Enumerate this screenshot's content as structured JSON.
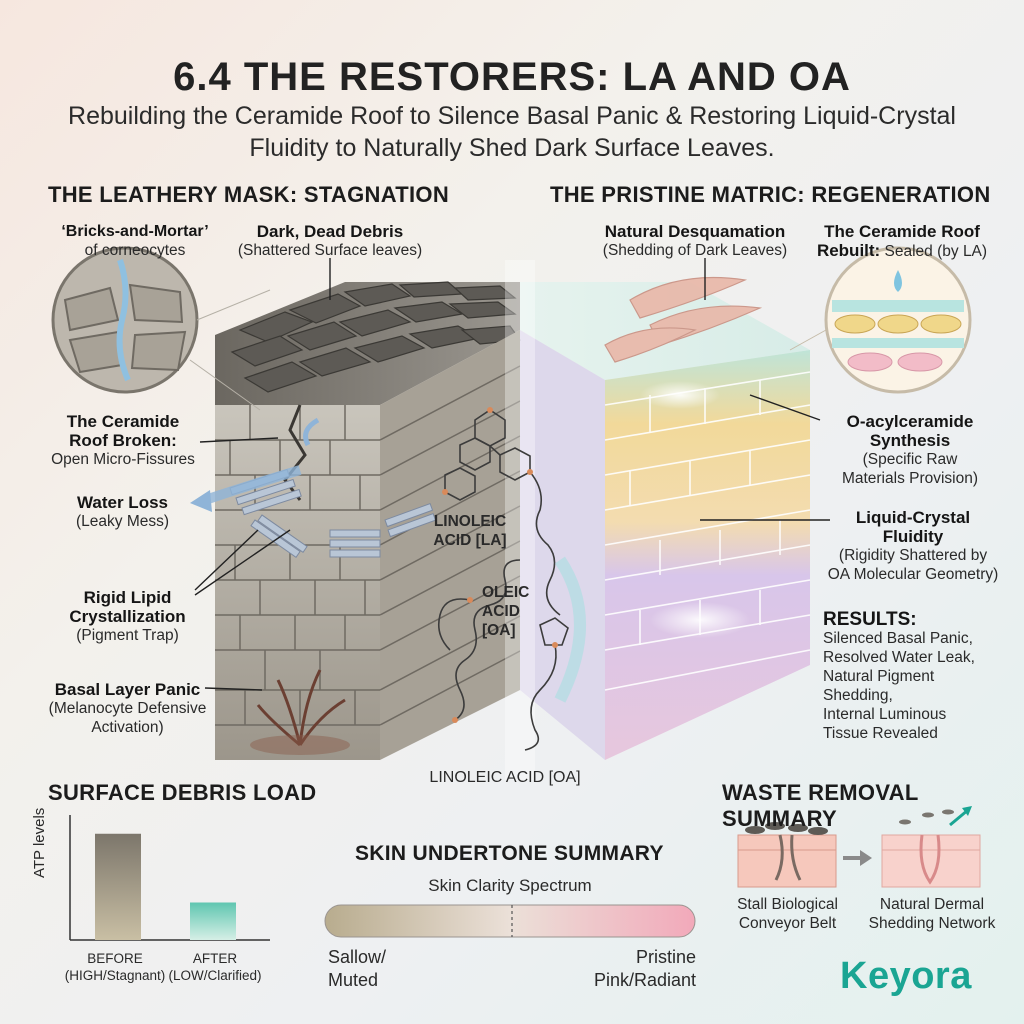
{
  "title": "6.4 THE RESTORERS: LA AND OA",
  "subtitle": "Rebuilding the Ceramide Roof to Silence Basal Panic & Restoring Liquid-Crystal Fluidity to Naturally Shed Dark Surface Leaves.",
  "left": {
    "heading": "THE LEATHERY MASK: STAGNATION",
    "bricks": {
      "line1": "‘Bricks-and-Mortar’",
      "line2": "of corneocytes"
    },
    "debris": {
      "title": "Dark, Dead Debris",
      "sub": "(Shattered Surface leaves)"
    },
    "roof": {
      "title1": "The Ceramide",
      "title2": "Roof Broken:",
      "sub": "Open Micro-Fissures"
    },
    "water": {
      "title": "Water Loss",
      "sub": "(Leaky Mess)"
    },
    "lipid": {
      "title1": "Rigid Lipid",
      "title2": "Crystallization",
      "sub": "(Pigment Trap)"
    },
    "basal": {
      "title": "Basal Layer Panic",
      "sub1": "(Melanocyte Defensive",
      "sub2": "Activation)"
    }
  },
  "right": {
    "heading": "THE PRISTINE MATRIC: REGENERATION",
    "desq": {
      "title": "Natural Desquamation",
      "sub": "(Shedding of Dark Leaves)"
    },
    "rebuilt": {
      "title1": "The Ceramide Roof",
      "title2": "Rebuilt:",
      "sub": "Sealed (by LA)"
    },
    "oacyl": {
      "title1": "O-acylceramide",
      "title2": "Synthesis",
      "sub1": "(Specific Raw",
      "sub2": "Materials Provision)"
    },
    "lcf": {
      "title1": "Liquid-Crystal",
      "title2": "Fluidity",
      "sub1": "(Rigidity Shattered by",
      "sub2": "OA Molecular Geometry)"
    },
    "results": {
      "title": "RESULTS:",
      "lines": [
        "Silenced Basal Panic,",
        "Resolved Water Leak,",
        "Natural Pigment",
        "Shedding,",
        "Internal Luminous",
        "Tissue Revealed"
      ]
    }
  },
  "molecules": {
    "la1": "LINOLEIC",
    "la2": "ACID [LA]",
    "oa1": "OLEIC",
    "oa2": "ACID",
    "oa3": "[OA]",
    "bottom": "LINOLEIC ACID [OA]"
  },
  "debris_chart": {
    "heading": "SURFACE DEBRIS LOAD",
    "ylabel": "ATP levels",
    "before1": "BEFORE",
    "before2": "(HIGH/Stagnant)",
    "after1": "AFTER",
    "after2": "(LOW/Clarified)"
  },
  "chart_data": {
    "type": "bar",
    "categories": [
      "BEFORE (HIGH/Stagnant)",
      "AFTER (LOW/Clarified)"
    ],
    "values": [
      0.85,
      0.3
    ],
    "ylabel": "ATP levels",
    "colors": [
      "#8a8274",
      "#64c9b4"
    ]
  },
  "undertone": {
    "heading": "SKIN UNDERTONE SUMMARY",
    "spectrum": "Skin Clarity Spectrum",
    "left1": "Sallow/",
    "left2": "Muted",
    "right1": "Pristine",
    "right2": "Pink/Radiant"
  },
  "waste": {
    "heading": "WASTE REMOVAL SUMMARY",
    "left1": "Stall Biological",
    "left2": "Conveyor Belt",
    "right1": "Natural Dermal",
    "right2": "Shedding Network"
  },
  "brand": "Keyora",
  "colors": {
    "teal": "#1aa593",
    "stone": "#8a8274",
    "pink": "#f0a8b6",
    "lavender": "#c8a8dc",
    "gold": "#e8c878"
  }
}
